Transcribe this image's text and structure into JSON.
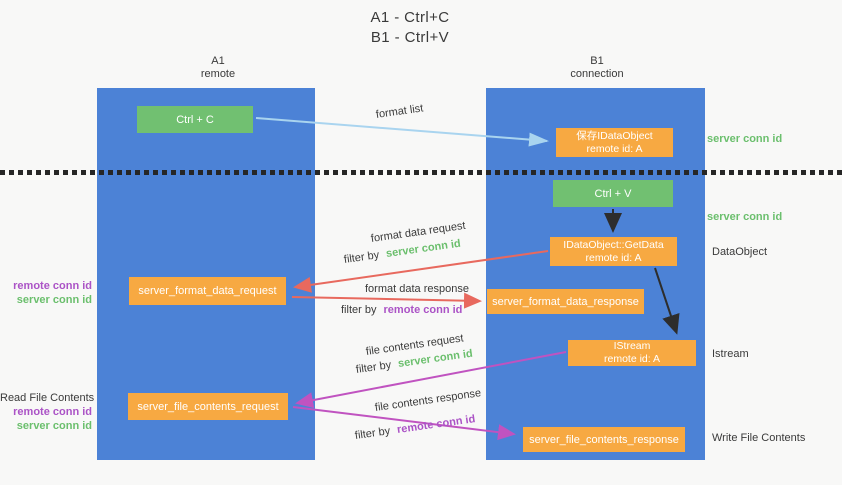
{
  "title": {
    "line1": "A1 - Ctrl+C",
    "line2": "B1 - Ctrl+V"
  },
  "lanes": {
    "left": {
      "title": "A1",
      "subtitle": "remote"
    },
    "right": {
      "title": "B1",
      "subtitle": "connection"
    }
  },
  "nodes": {
    "ctrl_c": {
      "label": "Ctrl + C"
    },
    "save_idataobject": {
      "line1": "保存IDataObject",
      "line2": "remote id: A"
    },
    "ctrl_v": {
      "label": "Ctrl + V"
    },
    "getdata": {
      "line1": "IDataObject::GetData",
      "line2": "remote id: A"
    },
    "server_format_data_request": {
      "label": "server_format_data_request"
    },
    "server_format_data_response": {
      "label": "server_format_data_response"
    },
    "istream": {
      "line1": "IStream",
      "line2": "remote id: A"
    },
    "server_file_contents_request": {
      "label": "server_file_contents_request"
    },
    "server_file_contents_response": {
      "label": "server_file_contents_response"
    }
  },
  "edge_labels": {
    "format_list": "format list",
    "format_data_request": "format data request",
    "format_data_response": "format data response",
    "file_contents_request": "file contents request",
    "file_contents_response": "file contents response",
    "filter_by": "filter by",
    "server_conn_id": "server conn id",
    "remote_conn_id": "remote conn id"
  },
  "side_labels": {
    "right_top_server_conn": "server conn id",
    "right_mid_server_conn": "server conn id",
    "dataobject": "DataObject",
    "istream": "Istream",
    "write_file_contents": "Write File Contents",
    "read_file_contents": "Read File Contents",
    "left_remote_conn_1": "remote conn id",
    "left_server_conn_1": "server conn id",
    "left_remote_conn_2": "remote conn id",
    "left_server_conn_2": "server conn id"
  },
  "colors": {
    "lane_blue": "#4c82d6",
    "node_green": "#71c071",
    "node_orange": "#f7a942",
    "label_green": "#6bbf6d",
    "label_purple": "#ab53c6",
    "arrow_red": "#e8695e",
    "arrow_magenta": "#c053c0",
    "arrow_blue": "#a9d4ef",
    "arrow_black": "#2d2d2d"
  }
}
